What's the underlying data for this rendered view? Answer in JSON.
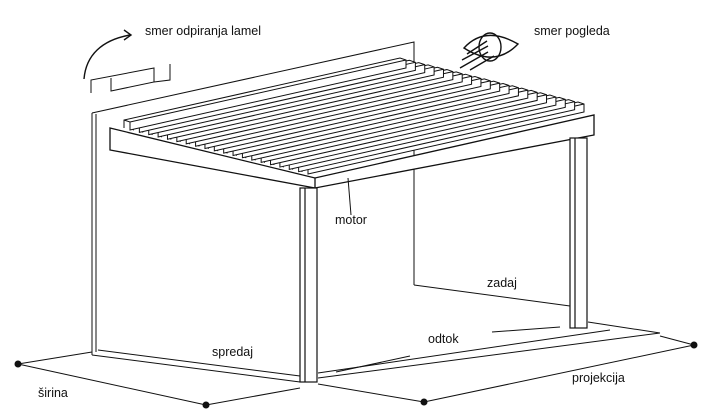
{
  "labels": {
    "opening_direction": "smer odpiranja lamel",
    "view_direction": "smer pogleda",
    "motor": "motor",
    "back": "zadaj",
    "front": "spredaj",
    "drain": "odtok",
    "width": "širina",
    "projection": "projekcija"
  },
  "slat_count": 20
}
